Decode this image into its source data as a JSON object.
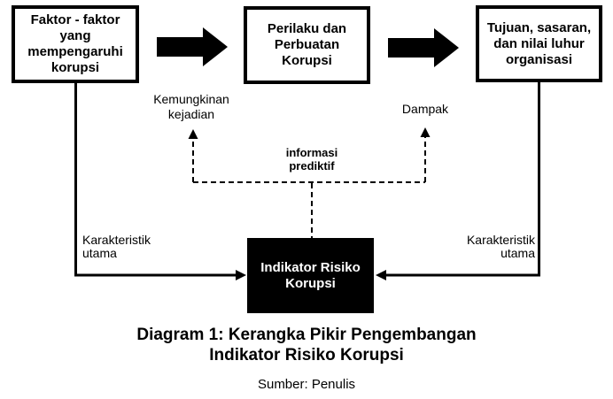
{
  "diagram": {
    "boxes": {
      "factors": {
        "lines": [
          "Faktor - faktor",
          "yang",
          "mempengaruhi",
          "korupsi"
        ]
      },
      "behavior": {
        "lines": [
          "Perilaku dan",
          "Perbuatan",
          "Korupsi"
        ]
      },
      "goals": {
        "lines": [
          "Tujuan, sasaran,",
          "dan nilai luhur",
          "organisasi"
        ]
      },
      "indicator": {
        "lines": [
          "Indikator Risiko",
          "Korupsi"
        ]
      }
    },
    "labels": {
      "likelihood": {
        "lines": [
          "Kemungkinan",
          "kejadian"
        ]
      },
      "impact": "Dampak",
      "predictive": {
        "lines": [
          "informasi",
          "prediktif"
        ]
      },
      "characteristic_left": {
        "lines": [
          "Karakteristik",
          "utama"
        ]
      },
      "characteristic_right": {
        "lines": [
          "Karakteristik",
          "utama"
        ]
      }
    },
    "icons": {
      "flow_arrow": "block-arrow-right-icon",
      "input_arrow": "solid-arrow-icon",
      "dashed_arrow": "dashed-arrow-up-icon"
    }
  },
  "caption": {
    "lines": [
      "Diagram 1: Kerangka Pikir Pengembangan",
      "Indikator Risiko Korupsi"
    ]
  },
  "source": "Sumber: Penulis",
  "colors": {
    "ink": "#000000",
    "background": "#ffffff",
    "indicator_box_fill": "#000000",
    "indicator_box_text": "#ffffff"
  }
}
